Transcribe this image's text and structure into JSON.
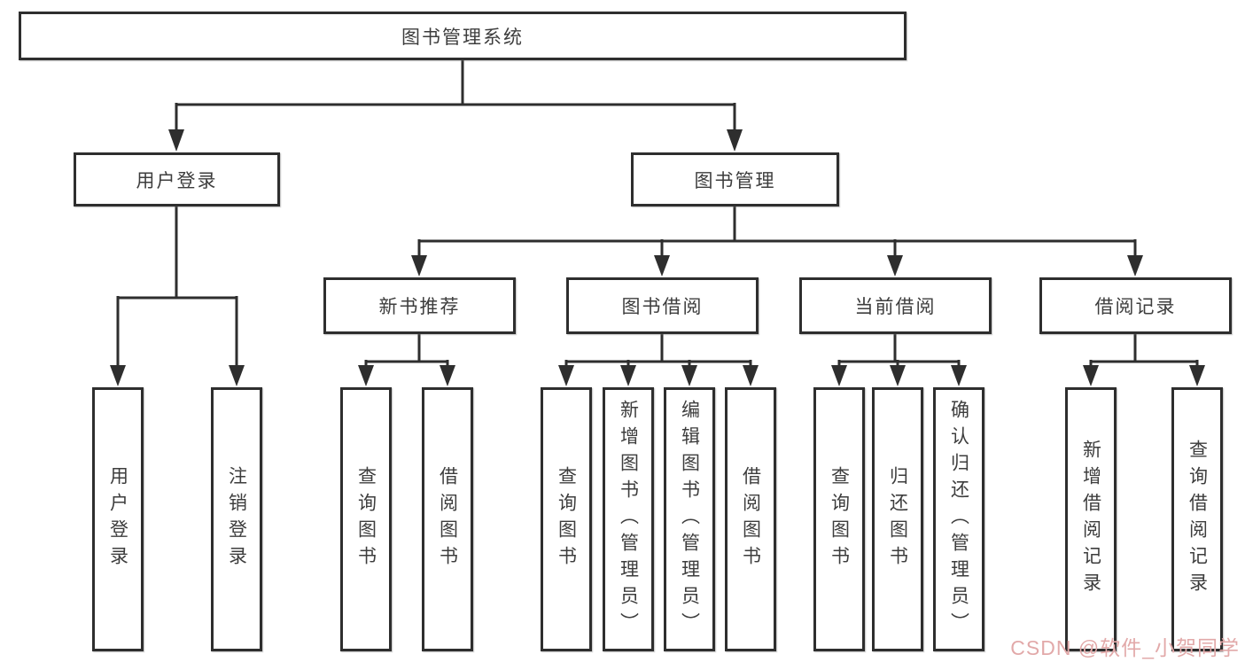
{
  "diagram": {
    "root": "图书管理系统",
    "user_branch": {
      "label": "用户登录",
      "children": [
        "用户登录",
        "注销登录"
      ]
    },
    "book_branch": {
      "label": "图书管理",
      "modules": [
        {
          "label": "新书推荐",
          "children": [
            "查询图书",
            "借阅图书"
          ]
        },
        {
          "label": "图书借阅",
          "children": [
            "查询图书",
            "新增图书（管理员）",
            "编辑图书（管理员）",
            "借阅图书"
          ]
        },
        {
          "label": "当前借阅",
          "children": [
            "查询图书",
            "归还图书",
            "确认归还（管理员）"
          ]
        },
        {
          "label": "借阅记录",
          "children": [
            "新增借阅记录",
            "查询借阅记录"
          ]
        }
      ]
    }
  },
  "watermark": {
    "text": "CSDN @软件_小贺同学",
    "color": "#e2a9a9"
  },
  "colors": {
    "line": "#2e2e2e",
    "box_background": "#ffffff",
    "text": "#3d3d3d"
  }
}
